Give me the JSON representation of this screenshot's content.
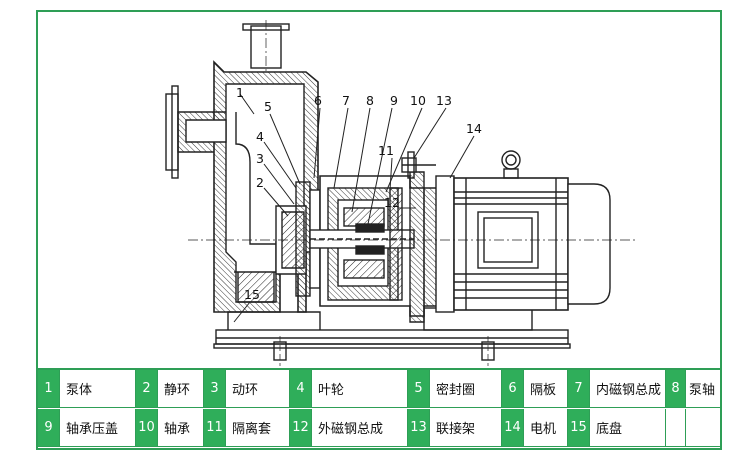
{
  "callouts": {
    "c1": "1",
    "c2": "2",
    "c3": "3",
    "c4": "4",
    "c5": "5",
    "c6": "6",
    "c7": "7",
    "c8": "8",
    "c9": "9",
    "c10": "10",
    "c11": "11",
    "c12": "12",
    "c13": "13",
    "c14": "14",
    "c15": "15"
  },
  "legend": [
    {
      "num": "1",
      "name": "泵体"
    },
    {
      "num": "2",
      "name": "静环"
    },
    {
      "num": "3",
      "name": "动环"
    },
    {
      "num": "4",
      "name": "叶轮"
    },
    {
      "num": "5",
      "name": "密封圈"
    },
    {
      "num": "6",
      "name": "隔板"
    },
    {
      "num": "7",
      "name": "内磁钢总成"
    },
    {
      "num": "8",
      "name": "泵轴"
    },
    {
      "num": "9",
      "name": "轴承压盖"
    },
    {
      "num": "10",
      "name": "轴承"
    },
    {
      "num": "11",
      "name": "隔离套"
    },
    {
      "num": "12",
      "name": "外磁钢总成"
    },
    {
      "num": "13",
      "name": "联接架"
    },
    {
      "num": "14",
      "name": "电机"
    },
    {
      "num": "15",
      "name": "底盘"
    },
    {
      "num": "",
      "name": ""
    }
  ],
  "colors": {
    "border": "#2e9e56",
    "number_cell": "#2fae5a"
  }
}
